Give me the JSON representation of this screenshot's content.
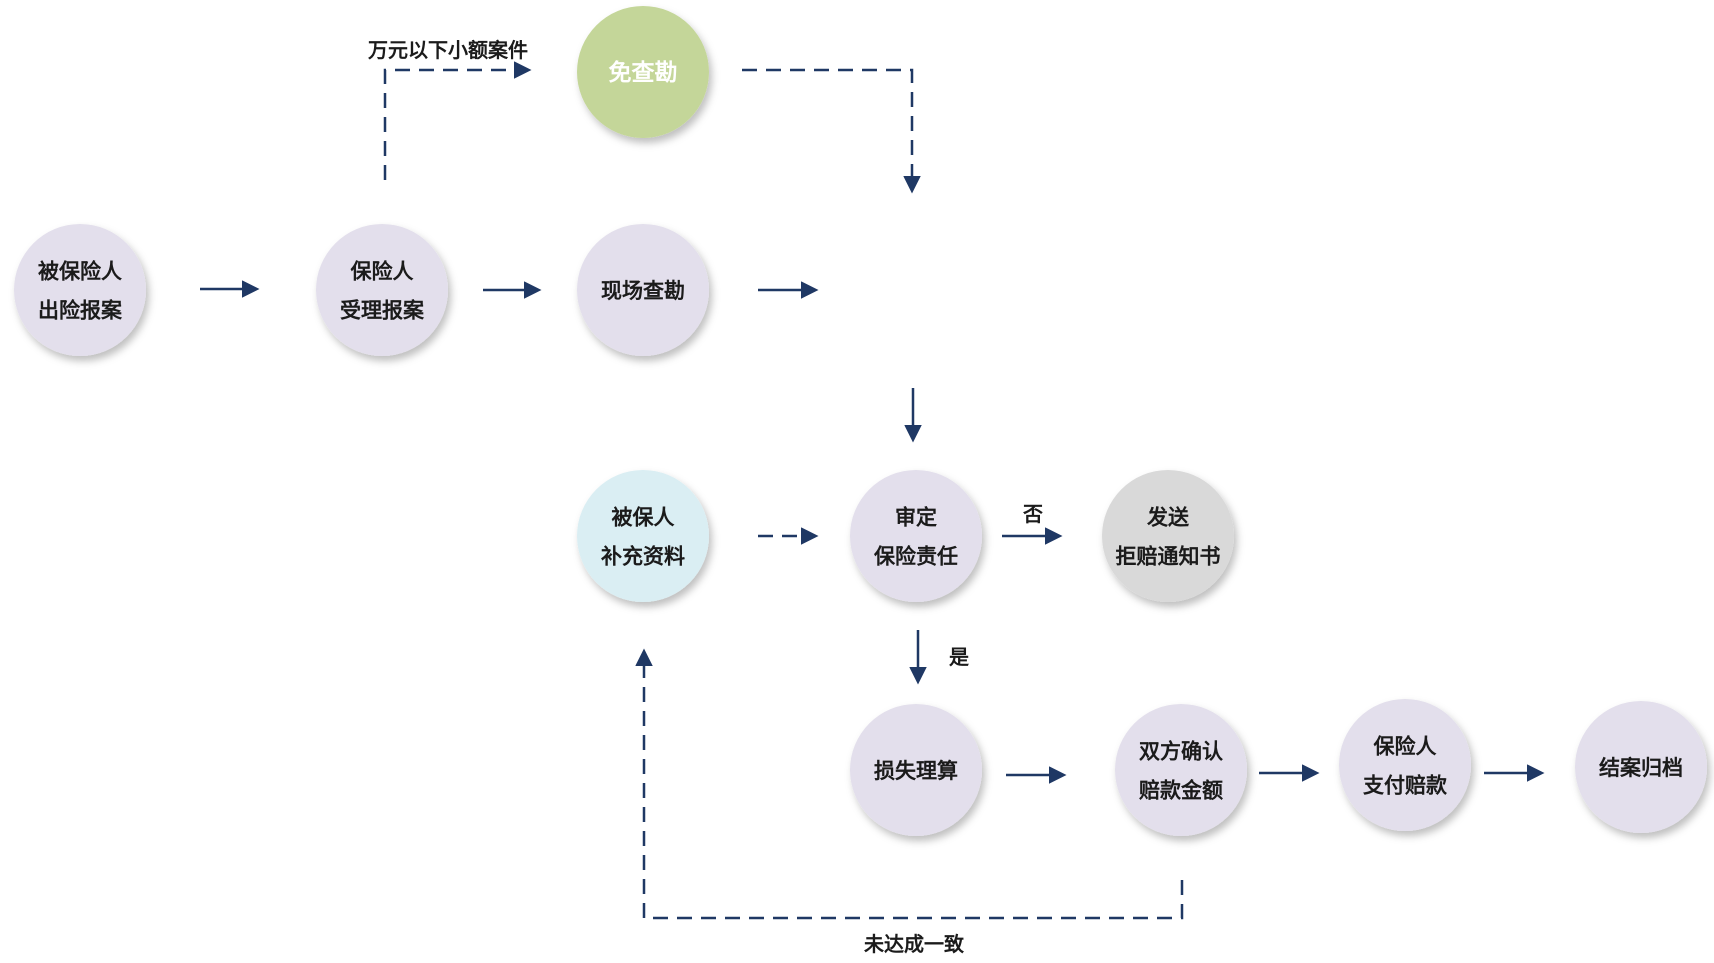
{
  "colors": {
    "lavender": "#e3dfec",
    "green": "#c4d699",
    "light_blue": "#daeef3",
    "gray": "#d9d9d9",
    "arrow": "#1f3864"
  },
  "nodes": {
    "reporter": {
      "lines": [
        "被保险人",
        "出险报案"
      ],
      "color": "lavender"
    },
    "insurer_accept": {
      "lines": [
        "保险人",
        "受理报案"
      ],
      "color": "lavender"
    },
    "onsite_survey": {
      "lines": [
        "现场查勘"
      ],
      "color": "lavender"
    },
    "survey_exempt": {
      "lines": [
        "免查勘"
      ],
      "color": "green"
    },
    "supplement": {
      "lines": [
        "被保人",
        "补充资料"
      ],
      "color": "light_blue"
    },
    "review": {
      "lines": [
        "审定",
        "保险责任"
      ],
      "color": "lavender"
    },
    "reject": {
      "lines": [
        "发送",
        "拒赔通知书"
      ],
      "color": "gray"
    },
    "loss_adjust": {
      "lines": [
        "损失理算"
      ],
      "color": "lavender"
    },
    "confirm_amount": {
      "lines": [
        "双方确认",
        "赔款金额"
      ],
      "color": "lavender"
    },
    "payout": {
      "lines": [
        "保险人",
        "支付赔款"
      ],
      "color": "lavender"
    },
    "archive": {
      "lines": [
        "结案归档"
      ],
      "color": "lavender"
    }
  },
  "edge_labels": {
    "small_case": "万元以下小额案件",
    "no": "否",
    "yes": "是",
    "disagree": "未达成一致"
  }
}
